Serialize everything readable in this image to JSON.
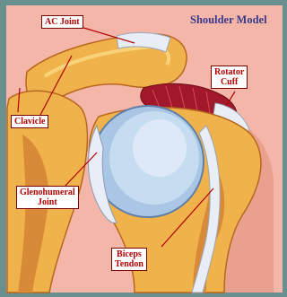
{
  "title": "Shoulder Model",
  "labels": {
    "ac_joint": "AC Joint",
    "rotator_cuff_line1": "Rotator",
    "rotator_cuff_line2": "Cuff",
    "clavicle": "Clavicle",
    "glenohumeral_line1": "Glenohumeral",
    "glenohumeral_line2": "Joint",
    "biceps_line1": "Biceps",
    "biceps_line2": "Tendon"
  },
  "colors": {
    "frame": "#6a8f8f",
    "background_pink": "#f4b6a8",
    "bone": "#f0b24a",
    "bone_shadow": "#c9782a",
    "cartilage": "#a9c6e4",
    "muscle": "#a0182a",
    "tendon": "#e9eef6",
    "label_text": "#b00000",
    "title_text": "#3a3a8c"
  }
}
